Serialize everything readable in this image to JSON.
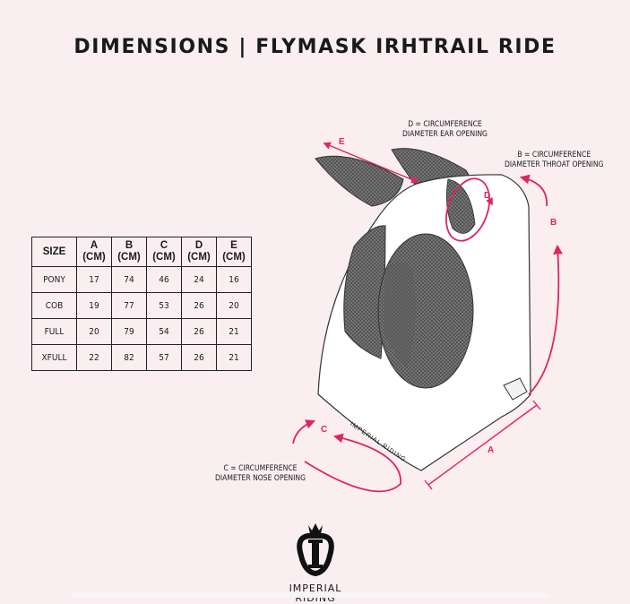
{
  "title": "DIMENSIONS | FLYMASK IRHTRAIL RIDE",
  "table": {
    "headers": [
      [
        "SIZE",
        ""
      ],
      [
        "A",
        "(CM)"
      ],
      [
        "B",
        "(CM)"
      ],
      [
        "C",
        "(CM)"
      ],
      [
        "D",
        "(CM)"
      ],
      [
        "E",
        "(CM)"
      ]
    ],
    "rows": [
      [
        "PONY",
        "17",
        "74",
        "46",
        "24",
        "16"
      ],
      [
        "COB",
        "19",
        "77",
        "53",
        "26",
        "20"
      ],
      [
        "FULL",
        "20",
        "79",
        "54",
        "26",
        "21"
      ],
      [
        "XFULL",
        "22",
        "82",
        "57",
        "26",
        "21"
      ]
    ]
  },
  "labels": {
    "d_line1": "D = CIRCUMFERENCE",
    "d_line2": "DIAMETER EAR OPENING",
    "b_line1": "B = CIRCUMFERENCE",
    "b_line2": "DIAMETER THROAT OPENING",
    "c_line1": "C = CIRCUMFERENCE",
    "c_line2": "DIAMETER NOSE OPENING"
  },
  "markers": {
    "a": "A",
    "b": "B",
    "c": "C",
    "d": "D",
    "e": "E"
  },
  "mask_print": "IMPERIAL RIDING",
  "brand_line1": "IMPERIAL",
  "brand_line2": "RIDING",
  "colors": {
    "accent": "#e0245e",
    "background": "#fbeef1",
    "mesh": "#555555"
  }
}
